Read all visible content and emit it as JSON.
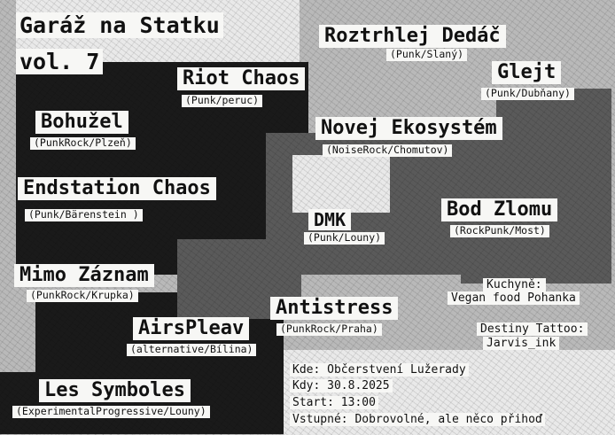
{
  "event": {
    "title_line1": "Garáž na Statku",
    "title_line2": "vol. 7"
  },
  "bands": [
    {
      "name": "Roztrhlej Dedáč",
      "genre": "(Punk/Slaný)"
    },
    {
      "name": "Riot Chaos",
      "genre": "(Punk/peruc)"
    },
    {
      "name": "Glejt",
      "genre": "(Punk/Dubňany)"
    },
    {
      "name": "Bohužel",
      "genre": "(PunkRock/Plzeň)"
    },
    {
      "name": "Novej Ekosystém",
      "genre": "(NoiseRock/Chomutov)"
    },
    {
      "name": "Endstation Chaos",
      "genre": "(Punk/Bärenstein )"
    },
    {
      "name": "DMK",
      "genre": "(Punk/Louny)"
    },
    {
      "name": "Bod Zlomu",
      "genre": "(RockPunk/Most)"
    },
    {
      "name": "Mimo Záznam",
      "genre": "(PunkRock/Krupka)"
    },
    {
      "name": "Antistress",
      "genre": "(PunkRock/Praha)"
    },
    {
      "name": "AirsPleav",
      "genre": "(alternative/Bílina)"
    },
    {
      "name": "Les Symboles",
      "genre": "(ExperimentalProgressive/Louny)"
    }
  ],
  "extras": {
    "kitchen_label": "Kuchyně:",
    "kitchen_value": "Vegan food Pohanka",
    "tattoo_label": "Destiny Tattoo:",
    "tattoo_value": "Jarvis_ink"
  },
  "info": {
    "place": "Kde: Občerstvení Lužerady",
    "date": "Kdy: 30.8.2025",
    "start": "Start: 13:00",
    "entry": "Vstupné: Dobrovolné, ale něco přihoď"
  }
}
